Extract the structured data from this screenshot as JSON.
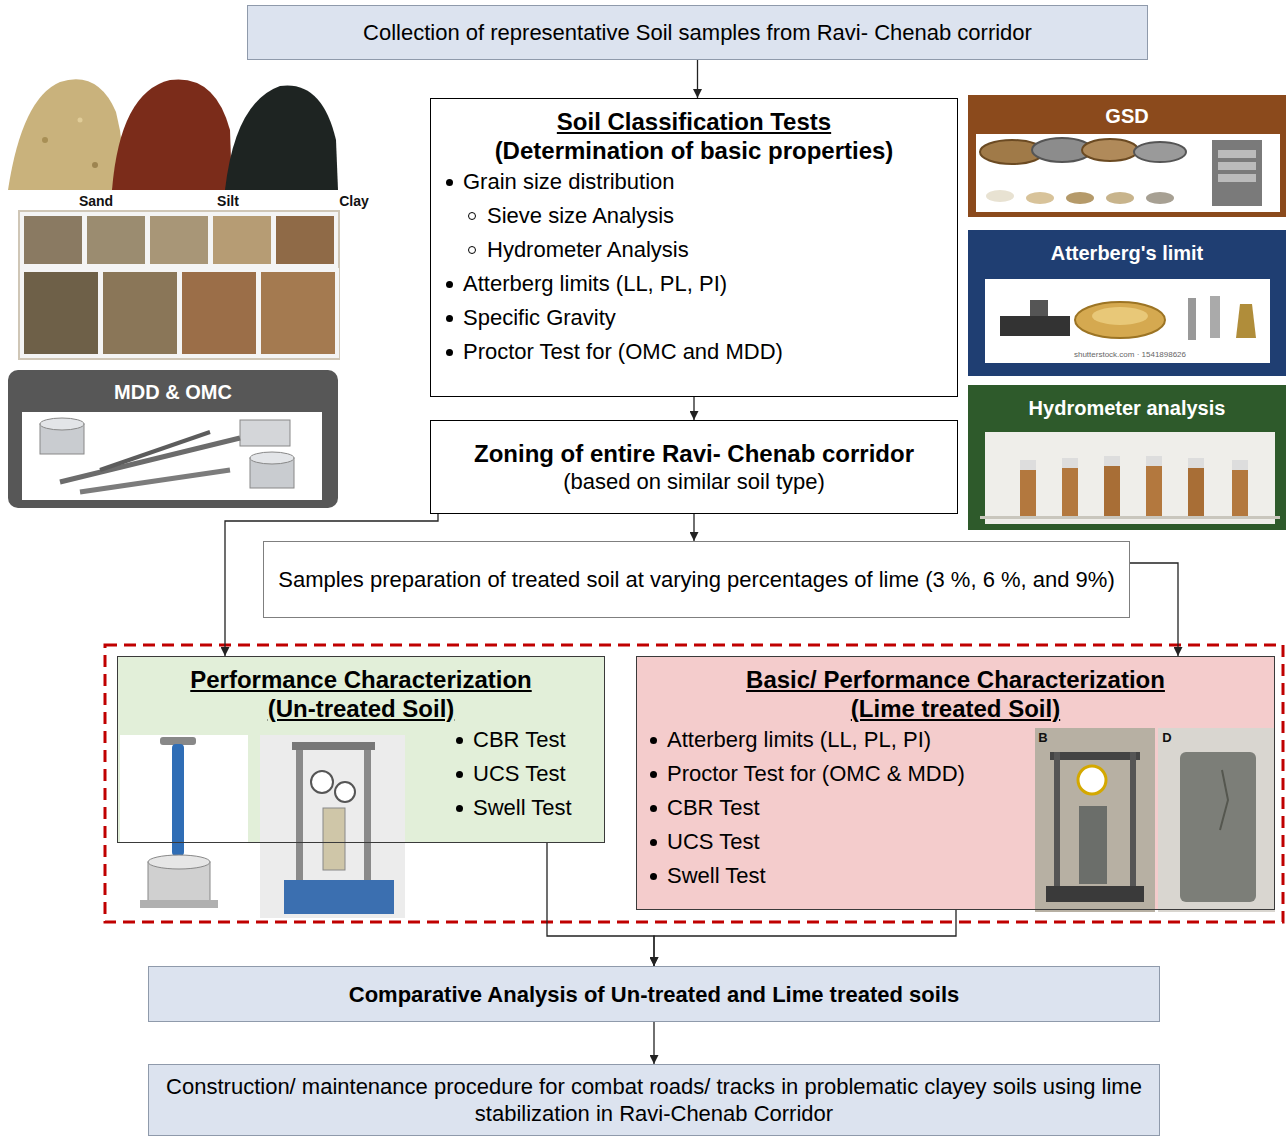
{
  "diagram": {
    "nodes": [
      {
        "text": [
          "Collection of representative Soil samples from Ravi- Chenab corridor"
        ]
      },
      {
        "text": [
          "Soil Classification Tests",
          "(Determination of basic properties)",
          "Grain size distribution",
          "Sieve size Analysis",
          "Hydrometer Analysis",
          "Atterberg limits (LL, PL, PI)",
          "Specific Gravity",
          "Proctor Test for (OMC and MDD)"
        ]
      },
      {
        "text": [
          "GSD"
        ]
      },
      {
        "text": [
          "Atterberg's limit"
        ]
      },
      {
        "text": [
          "MDD & OMC"
        ]
      },
      {
        "text": [
          "Hydrometer analysis"
        ]
      },
      {
        "text": [
          "Zoning of entire Ravi- Chenab corridor",
          "(based on similar soil type)"
        ]
      },
      {
        "text": [
          "Samples preparation of treated soil at varying percentages of lime (3 %, 6 %, and 9%)"
        ]
      },
      {
        "text": [
          "Performance Characterization",
          "(Un-treated Soil)",
          "CBR Test",
          "UCS Test",
          "Swell Test"
        ]
      },
      {
        "text": [
          "Basic/ Performance Characterization",
          "(Lime treated Soil)",
          "Atterberg limits (LL, PL, PI)",
          "Proctor Test for (OMC & MDD)",
          "CBR Test",
          "UCS Test",
          "Swell Test"
        ]
      },
      {
        "text": [
          "Comparative Analysis of Un-treated and Lime treated soils"
        ]
      },
      {
        "text": [
          "Construction/ maintenance procedure for combat roads/ tracks in problematic clayey soils using lime stabilization in Ravi-Chenab Corridor"
        ]
      }
    ],
    "edges": [
      {
        "from": 0,
        "to": 1,
        "arrow": "to"
      },
      {
        "from": 1,
        "to": 6,
        "arrow": "to"
      },
      {
        "from": 6,
        "to": 7,
        "arrow": "to"
      },
      {
        "from": 6,
        "to": 8,
        "arrow": "to"
      },
      {
        "from": 7,
        "to": 9,
        "arrow": "to"
      },
      {
        "from": 8,
        "to": 10,
        "arrow": "to"
      },
      {
        "from": 9,
        "to": 10,
        "arrow": "to"
      },
      {
        "from": 10,
        "to": 11,
        "arrow": "to"
      }
    ],
    "labels": [
      "Sand",
      "Silt",
      "Clay",
      "shutterstock.com · 1541898626",
      "B",
      "D"
    ]
  }
}
